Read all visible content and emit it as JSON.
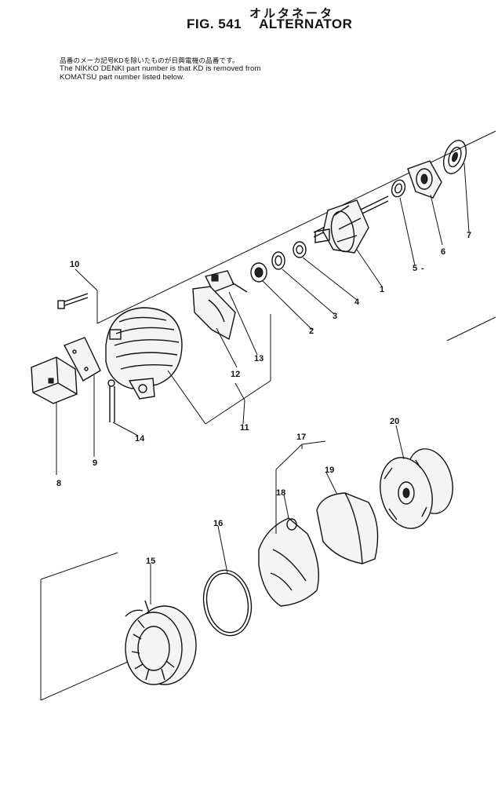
{
  "header": {
    "kana_title": "オルタネータ",
    "fig_number": "FIG. 541",
    "fig_name": "ALTERNATOR"
  },
  "notes": {
    "japanese": "品番のメーカ記号KDを除いたものが日興電機の品番です。",
    "english_line1": "The NIKKO DENKI part number is that KD is removed from",
    "english_line2": "KOMATSU part number listed below."
  },
  "callouts": [
    "1",
    "2",
    "3",
    "4",
    "5",
    "6",
    "7",
    "8",
    "9",
    "10",
    "11",
    "12",
    "13",
    "14",
    "15",
    "16",
    "17",
    "18",
    "19",
    "20"
  ],
  "callout_5_suffix": "-"
}
